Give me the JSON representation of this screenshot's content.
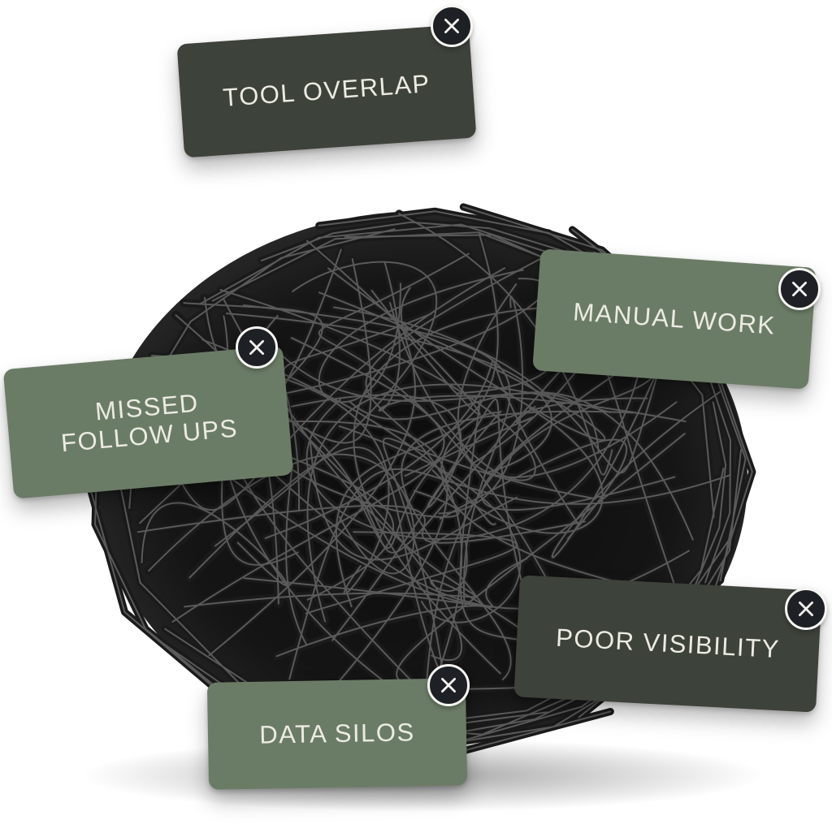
{
  "tags": [
    {
      "label": "TOOL OVERLAP",
      "tone": "dark",
      "close_icon": "close-icon"
    },
    {
      "label": "MANUAL WORK",
      "tone": "sage",
      "close_icon": "close-icon"
    },
    {
      "label_lines": [
        "MISSED",
        "FOLLOW UPS"
      ],
      "tone": "sage",
      "close_icon": "close-icon"
    },
    {
      "label": "POOR VISIBILITY",
      "tone": "dark",
      "close_icon": "close-icon"
    },
    {
      "label": "DATA SILOS",
      "tone": "sage",
      "close_icon": "close-icon"
    }
  ],
  "colors": {
    "tag_dark": "#3d423a",
    "tag_sage": "#6b7c66",
    "tag_text": "#ecebe2",
    "close_fill": "#1d2024",
    "close_ring": "#f6f6f2",
    "cable": "#1a1a1a",
    "cable_highlight": "#9a9a9a"
  }
}
